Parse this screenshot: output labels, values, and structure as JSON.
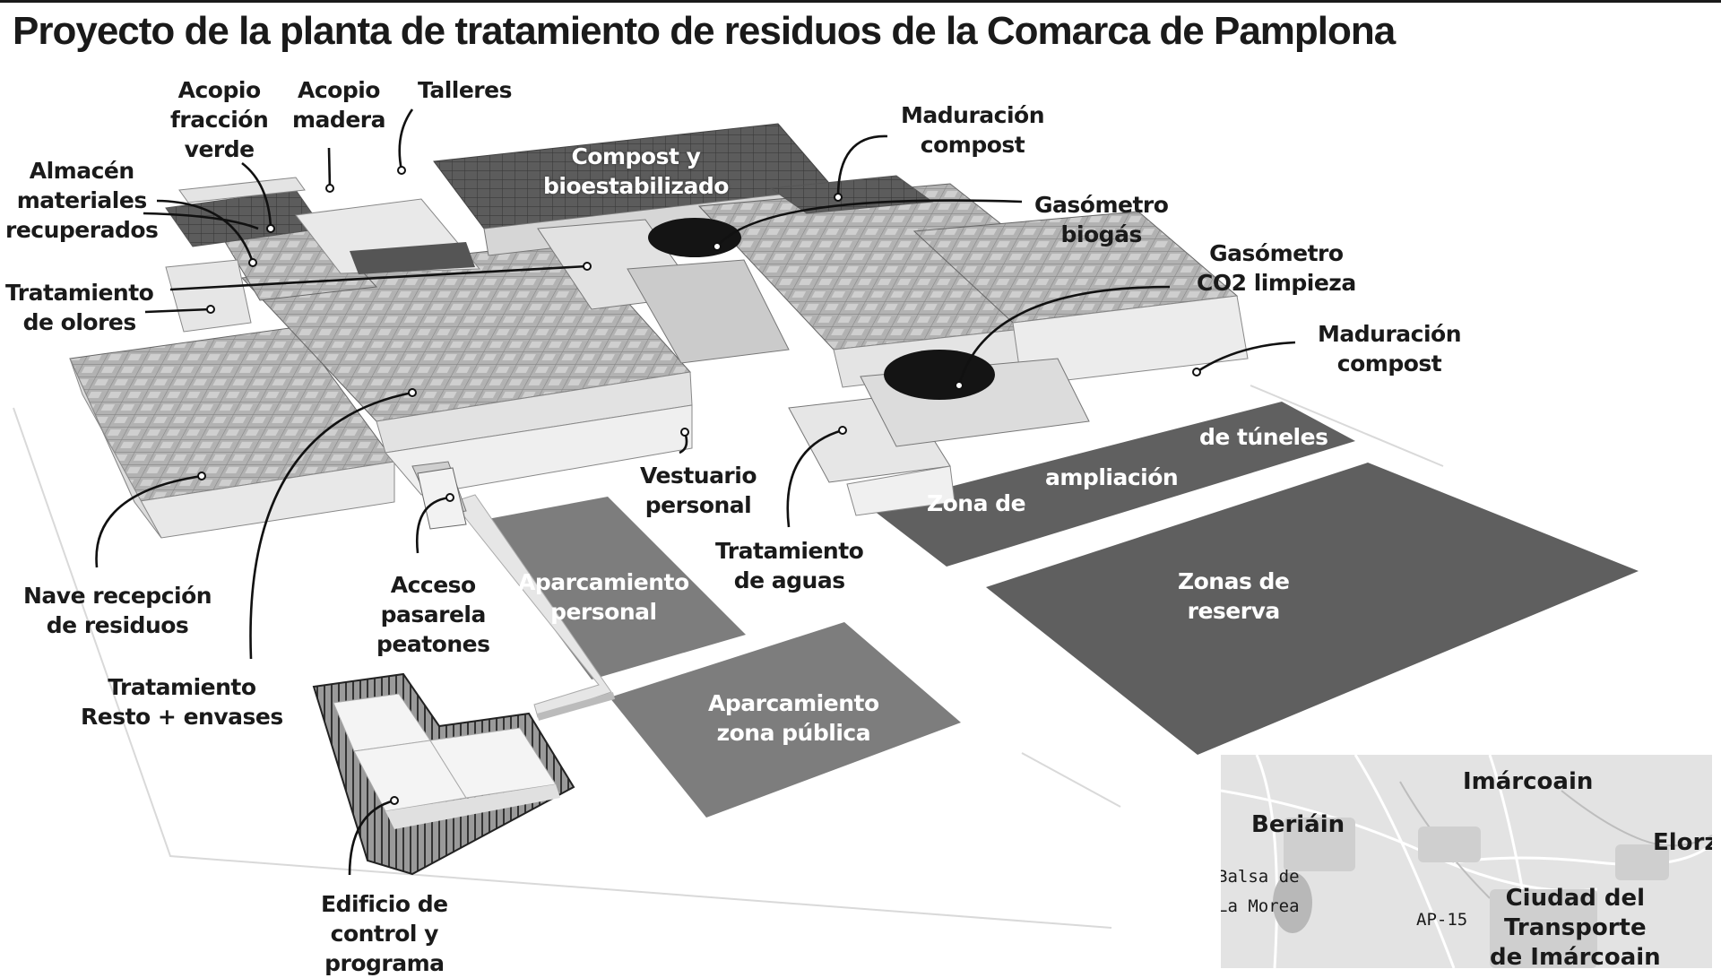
{
  "title": "Proyecto de la planta de tratamiento de residuos de la Comarca de Pamplona",
  "labels": {
    "acopio_fraccion_verde": "Acopio\nfracción\nverde",
    "acopio_madera": "Acopio\nmadera",
    "talleres": "Talleres",
    "almacen": "Almacén\nmateriales\nrecuperados",
    "tratamiento_olores": "Tratamiento\nde olores",
    "compost_bioestabilizado": "Compost y\nbioestabilizado",
    "maduracion_compost_top": "Maduración\ncompost",
    "gasometro_biogas": "Gasómetro\nbiogás",
    "gasometro_co2": "Gasómetro\nCO2 limpieza",
    "maduracion_compost_right": "Maduración\ncompost",
    "zona_ampliacion_1": "de túneles",
    "zona_ampliacion_2": "ampliación",
    "zona_ampliacion_3": "Zona de",
    "zonas_reserva": "Zonas de\nreserva",
    "vestuario": "Vestuario\npersonal",
    "tratamiento_aguas": "Tratamiento\nde aguas",
    "aparcamiento_personal": "Aparcamiento\npersonal",
    "aparcamiento_publica": "Aparcamiento\nzona pública",
    "acceso_pasarela": "Acceso\npasarela\npeatones",
    "nave_recepcion": "Nave recepción\nde residuos",
    "tratamiento_resto": "Tratamiento\nResto + envases",
    "edificio_control": "Edificio de\ncontrol y\nprograma"
  },
  "map": {
    "imarcoain": "Imárcoain",
    "beriain": "Beriáin",
    "elorz": "Elorz",
    "balsa": "Balsa de\nLa Morea",
    "ap15": "AP-15",
    "ciudad_transporte": "Ciudad del\nTransporte\nde Imárcoain"
  },
  "colors": {
    "dark_zone": "#5f5f5f",
    "mid_zone": "#7e7e7e",
    "roof": "#a9a9a9",
    "roof_dark": "#6a6a6a",
    "wall": "#e4e4e4",
    "map_bg": "#e3e3e3"
  }
}
